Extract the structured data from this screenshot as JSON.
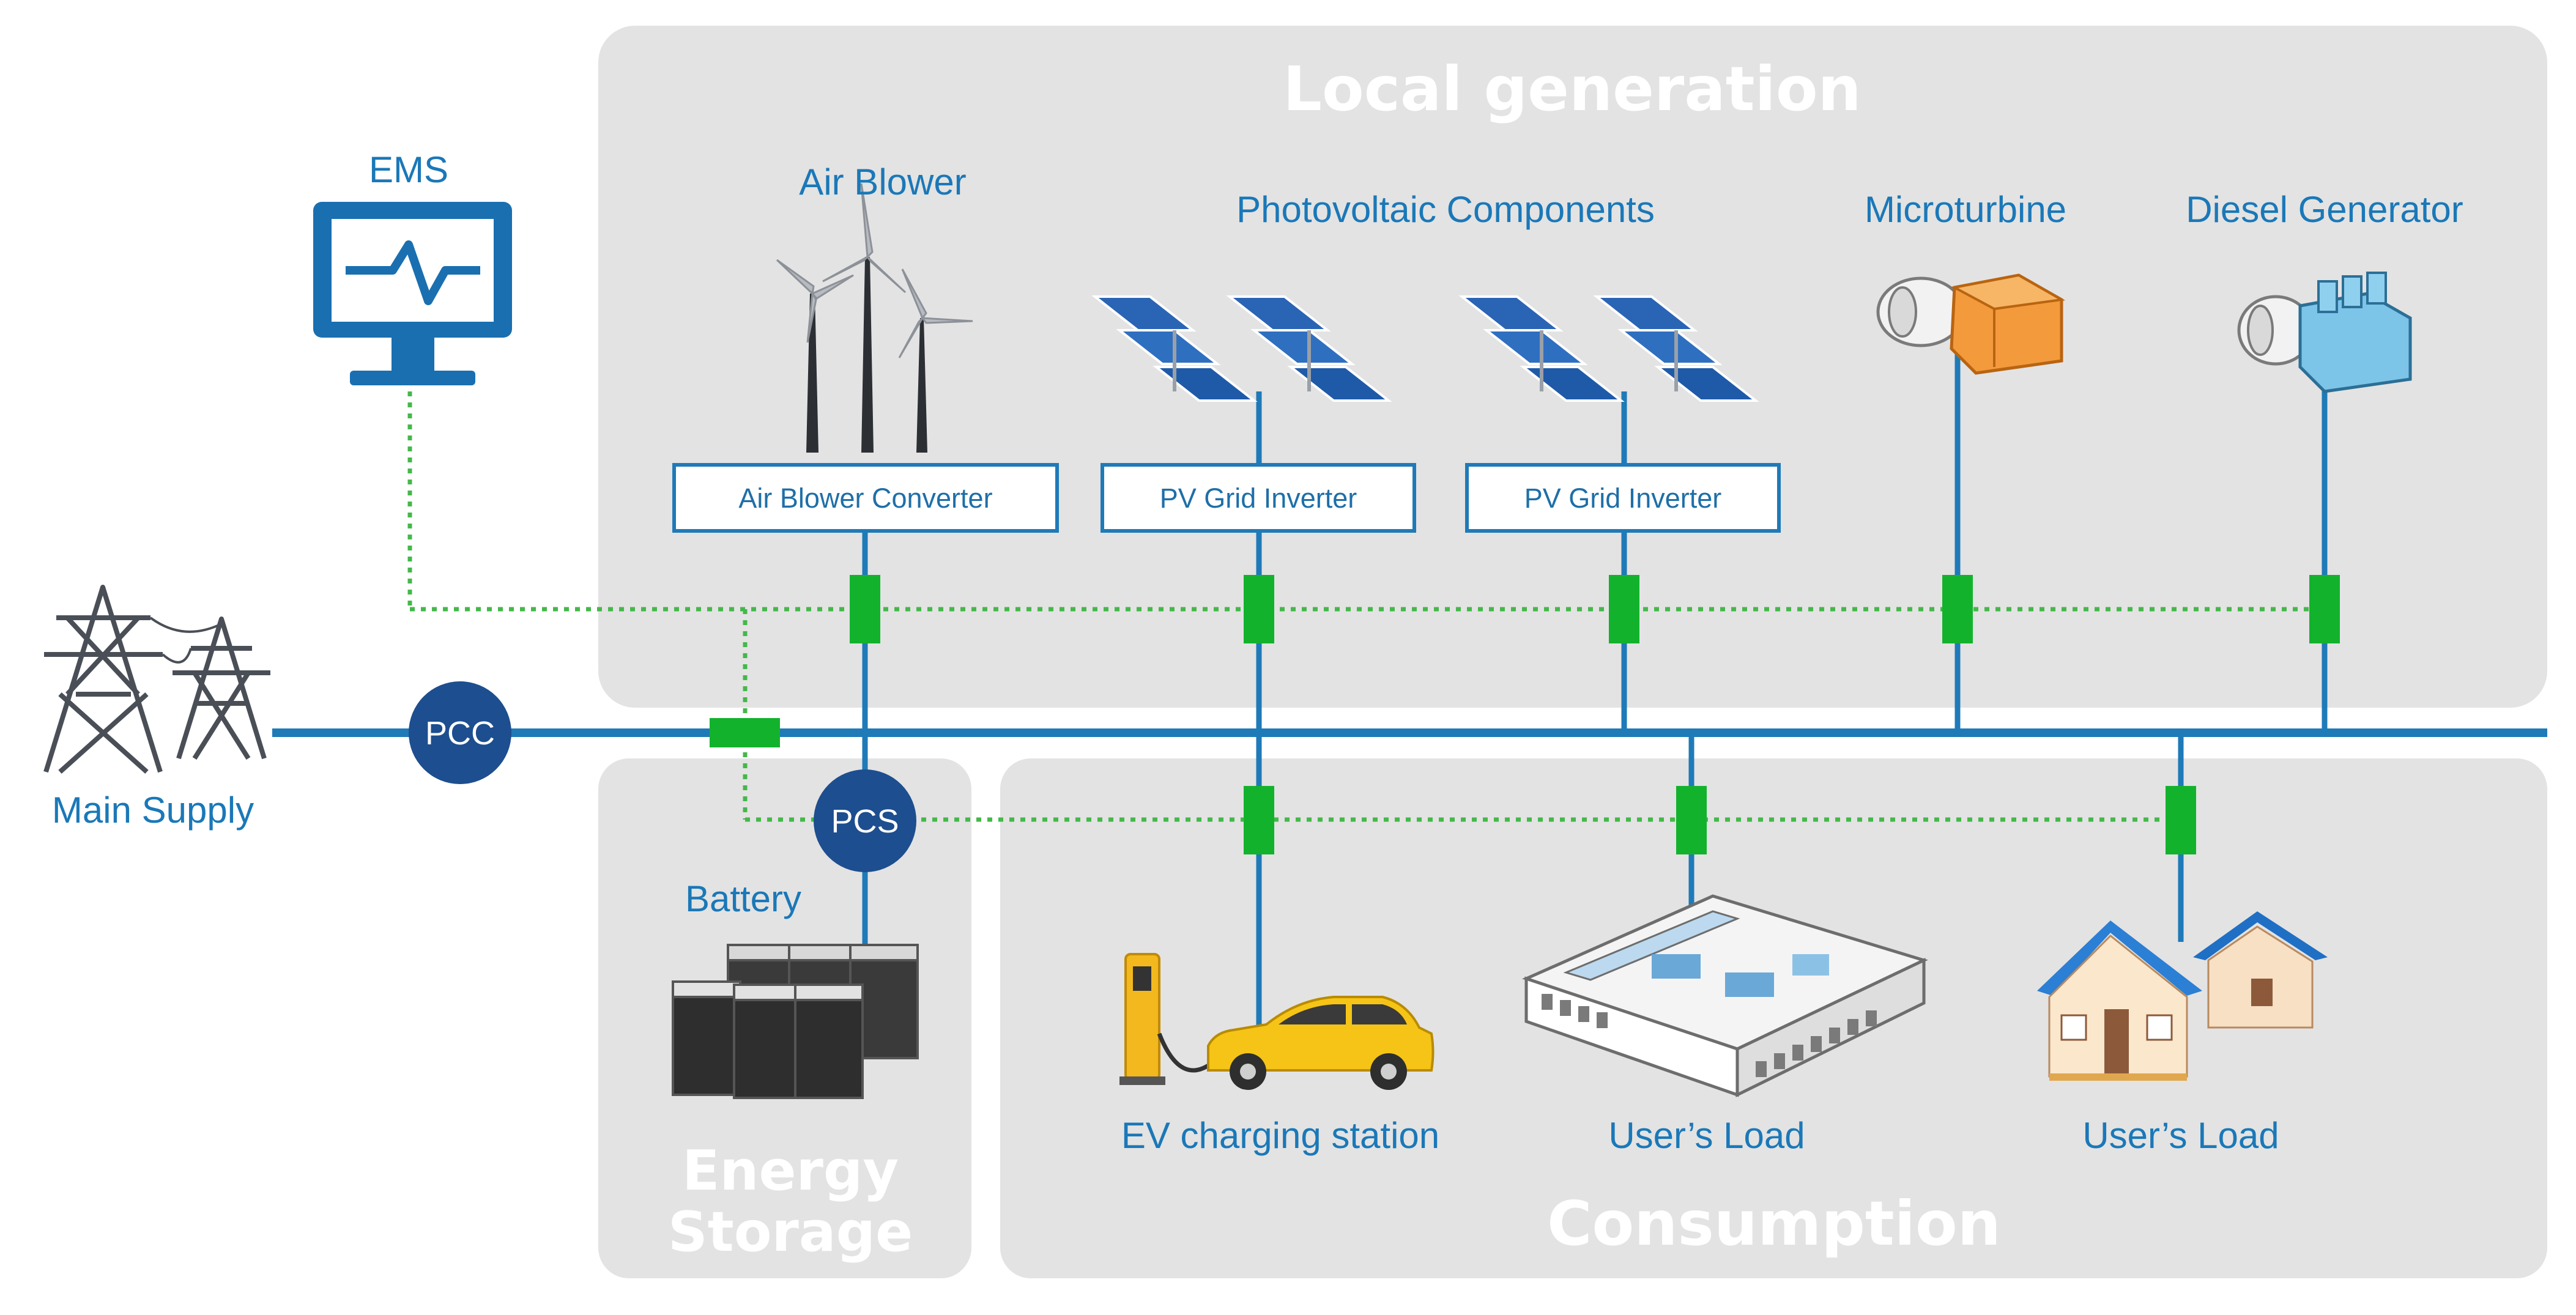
{
  "regions": {
    "local_generation": "Local generation",
    "energy_storage": [
      "Energy",
      "Storage"
    ],
    "consumption": "Consumption"
  },
  "components": {
    "ems": "EMS",
    "main_supply": "Main Supply",
    "pcc": "PCC",
    "pcs": "PCS",
    "battery": "Battery",
    "air_blower": "Air Blower",
    "photovoltaic": "Photovoltaic Components",
    "microturbine": "Microturbine",
    "diesel_generator": "Diesel Generator",
    "ev_station": "EV charging station",
    "users_load_1": "User’s Load",
    "users_load_2": "User’s Load"
  },
  "converters": {
    "air_blower_converter": "Air Blower Converter",
    "pv_inverter_1": "PV Grid Inverter",
    "pv_inverter_2": "PV Grid Inverter"
  },
  "colors": {
    "bus_blue": "#1f7ab8",
    "node_navy": "#1d4e8f",
    "switch_green": "#13b22d",
    "control_dotted_green": "#44b84a",
    "region_gray": "#e3e3e3",
    "label_blue": "#1a78b8"
  },
  "icons": [
    "monitor-icon",
    "transmission-tower-icon",
    "wind-turbine-icon",
    "solar-panel-icon",
    "microturbine-icon",
    "diesel-generator-icon",
    "battery-icon",
    "ev-charger-icon",
    "car-icon",
    "building-icon",
    "house-icon"
  ]
}
